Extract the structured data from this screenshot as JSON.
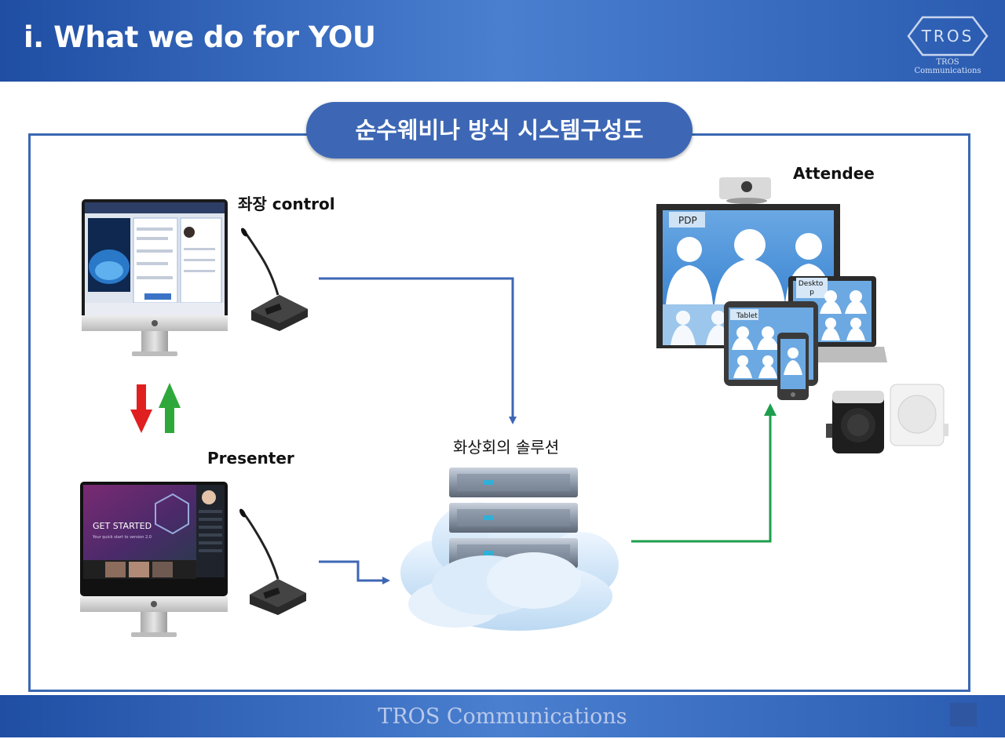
{
  "header": {
    "title": "i. What we do for YOU",
    "logo_mark": "TROS",
    "logo_caption": "TROS Communications"
  },
  "diagram": {
    "banner": "순수웨비나 방식 시스템구성도",
    "chair_label": "좌장 control",
    "presenter_label": "Presenter",
    "solution_label": "화상회의 솔루션",
    "attendee_label": "Attendee",
    "screens": {
      "pdp": "PDP",
      "desktop": "Deskto p",
      "tablet": "Tablet",
      "get_started": "GET STARTED",
      "get_started_sub": "Your quick start to version 2.0"
    },
    "colors": {
      "frame": "#3b68b3",
      "banner": "#3d67b5",
      "flow_in": "#3e66b4",
      "flow_out": "#1e9e4c",
      "arrow_down": "#e02020",
      "arrow_up": "#2ea83a"
    }
  },
  "footer": {
    "text": "TROS Communications"
  }
}
